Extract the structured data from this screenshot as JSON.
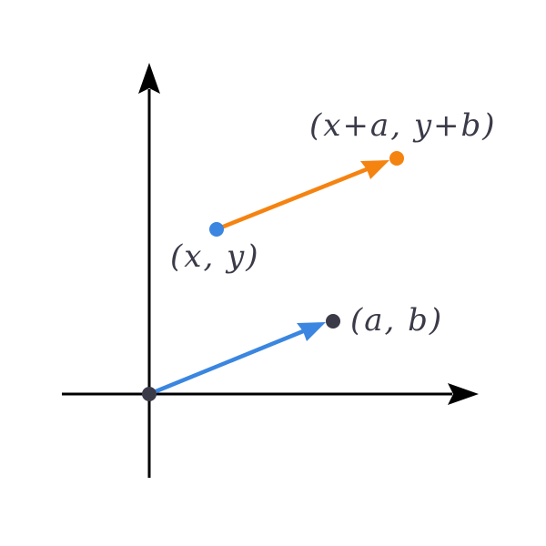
{
  "colors": {
    "axis": "#000000",
    "point": "#3a3a48",
    "label": "#3a3a48",
    "vector_ab": "#3a86e0",
    "vector_translation": "#f58310",
    "point_xy": "#3a86e0",
    "point_xayb": "#f58310",
    "background": "#ffffff"
  },
  "labels": {
    "translated_point": "(x+a, y+b)",
    "start_point": "(x, y)",
    "vector_point": "(a, b)"
  },
  "elements": {
    "axes": [
      "x-axis",
      "y-axis"
    ],
    "points": [
      "origin",
      "point-a-b",
      "point-x-y",
      "point-x-plus-a-y-plus-b"
    ],
    "vectors": [
      {
        "from": "origin",
        "to": "point-a-b",
        "color": "vector_ab"
      },
      {
        "from": "point-x-y",
        "to": "point-x-plus-a-y-plus-b",
        "color": "vector_translation"
      }
    ]
  }
}
